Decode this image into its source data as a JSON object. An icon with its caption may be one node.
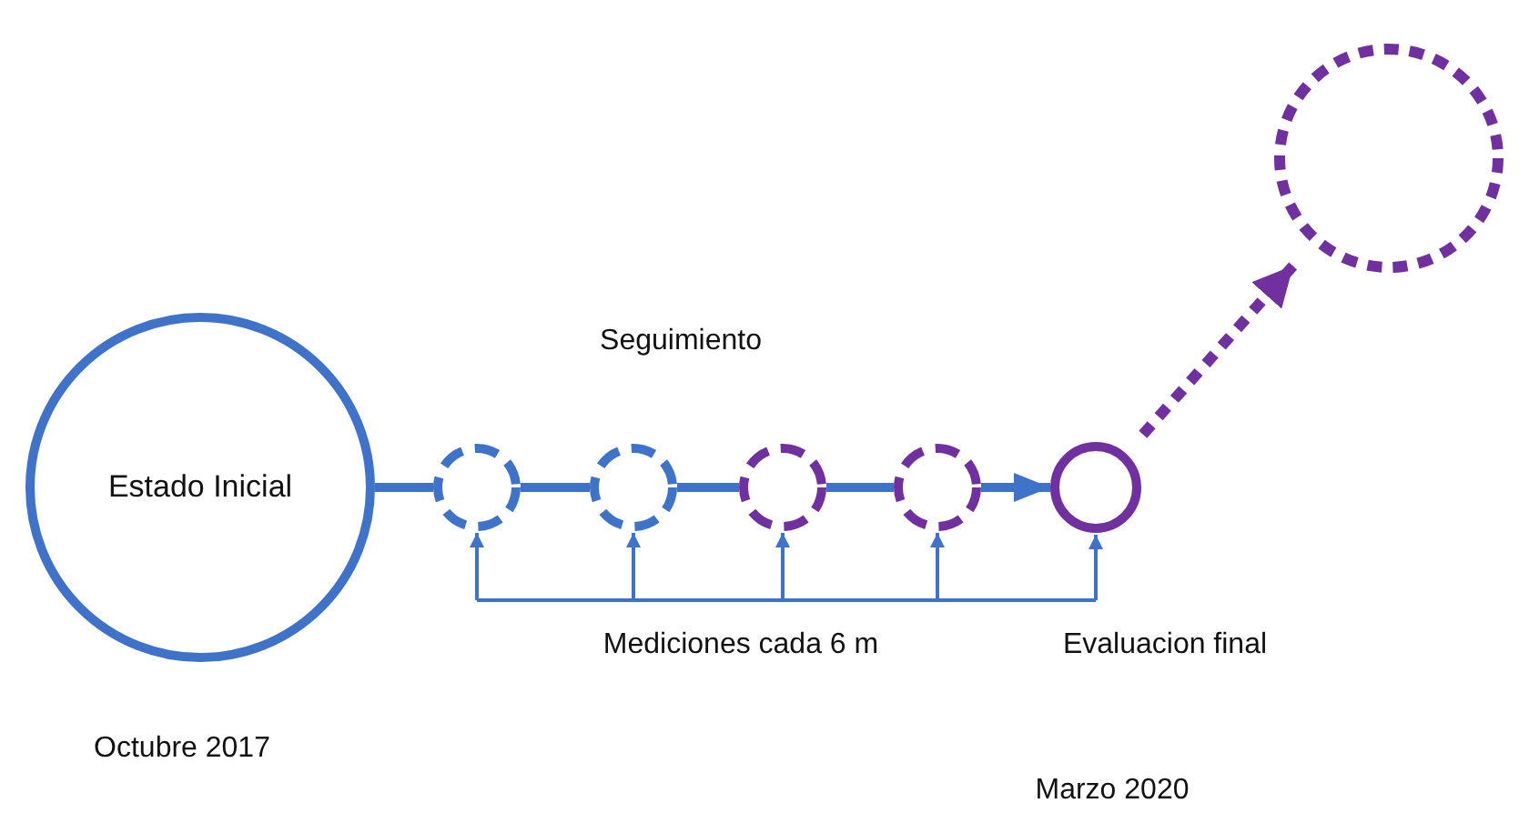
{
  "diagram": {
    "nodes": [
      {
        "text": [
          "Estado Inicial"
        ]
      },
      {
        "text": [],
        "shape": "circle"
      },
      {
        "text": [],
        "shape": "circle"
      },
      {
        "text": [],
        "shape": "circle"
      },
      {
        "text": [],
        "shape": "circle"
      },
      {
        "text": [],
        "shape": "circle"
      },
      {
        "text": [],
        "shape": "circle"
      }
    ],
    "edges": [
      {
        "from": 0,
        "to": 1,
        "arrow": "none"
      },
      {
        "from": 1,
        "to": 2,
        "arrow": "none"
      },
      {
        "from": 2,
        "to": 3,
        "arrow": "none"
      },
      {
        "from": 3,
        "to": 4,
        "arrow": "none"
      },
      {
        "from": 4,
        "to": 5,
        "arrow": "to"
      },
      {
        "from": 5,
        "to": 6,
        "arrow": "to",
        "style": "dashed",
        "color": "#7030a0"
      },
      {
        "from": null,
        "to": 1,
        "arrow": "to"
      },
      {
        "from": null,
        "to": 2,
        "arrow": "to"
      },
      {
        "from": null,
        "to": 3,
        "arrow": "to"
      },
      {
        "from": null,
        "to": 4,
        "arrow": "to"
      },
      {
        "from": null,
        "to": 5,
        "arrow": "to"
      }
    ],
    "labels": [
      "Seguimiento",
      "Mediciones cada 6 m",
      "Evaluacion final",
      "Octubre 2017",
      "Marzo 2020"
    ]
  }
}
